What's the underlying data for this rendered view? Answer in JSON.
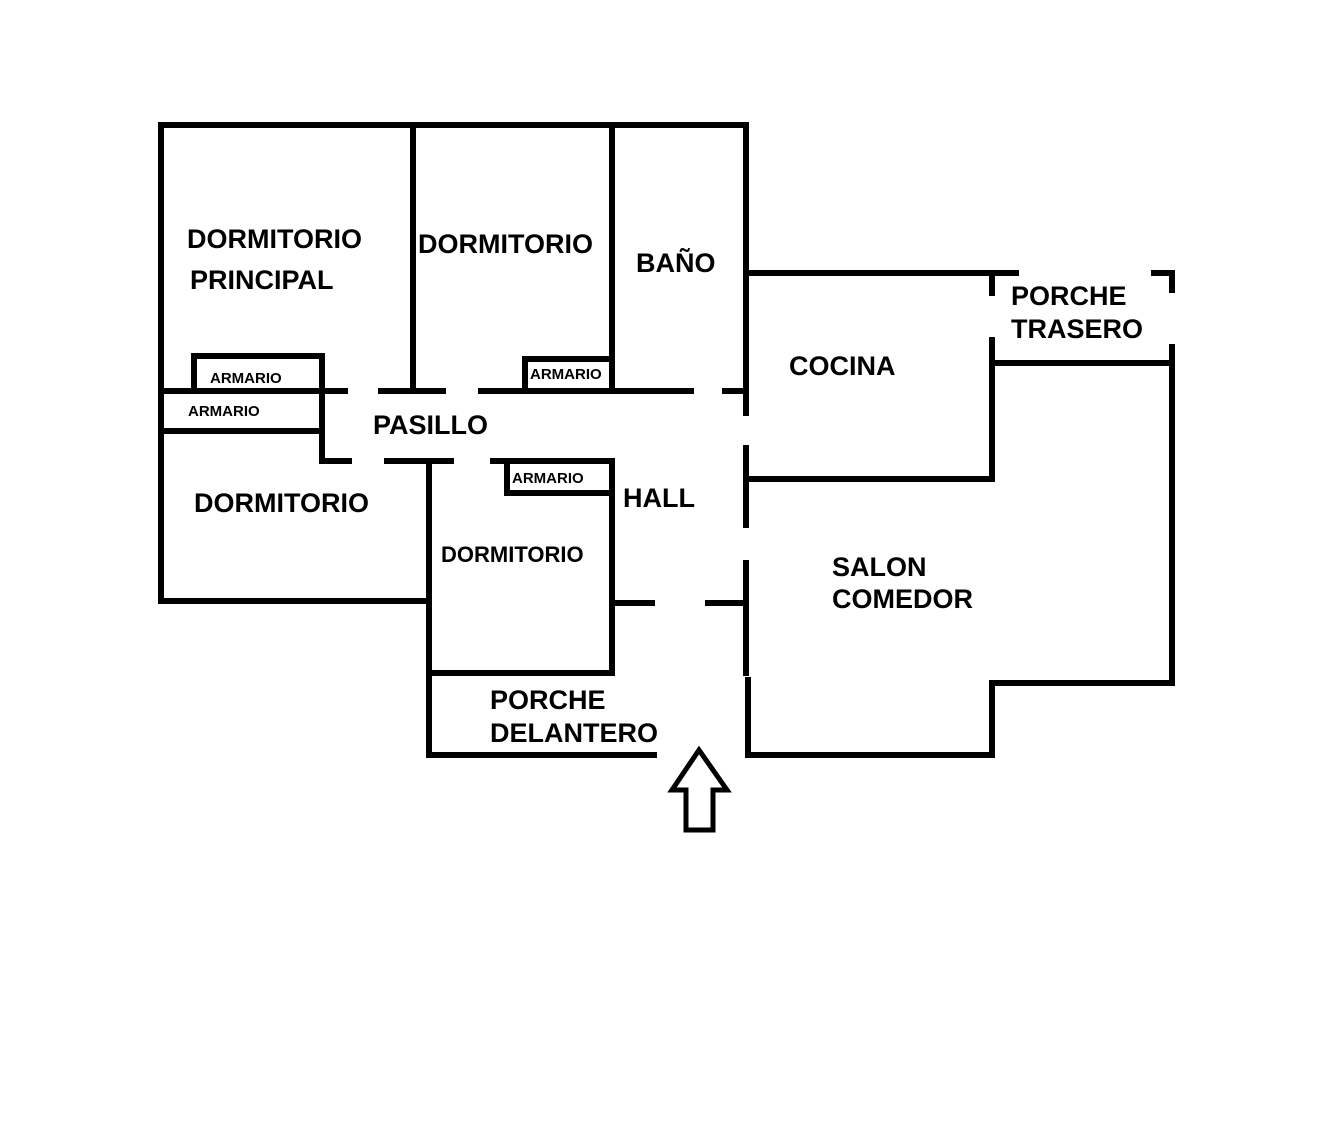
{
  "plan": {
    "title": "Floor plan",
    "rooms": {
      "master_bedroom": [
        "DORMITORIO",
        "PRINCIPAL"
      ],
      "bedroom_top": "DORMITORIO",
      "bathroom": "BAÑO",
      "kitchen": "COCINA",
      "back_porch": [
        "PORCHE",
        "TRASERO"
      ],
      "hallway": "PASILLO",
      "bedroom_left": "DORMITORIO",
      "bedroom_center": "DORMITORIO",
      "hall": "HALL",
      "living_dining": [
        "SALON",
        "COMEDOR"
      ],
      "front_porch": [
        "PORCHE",
        "DELANTERO"
      ]
    },
    "closets": {
      "master_closet": "ARMARIO",
      "left_closet": "ARMARIO",
      "top_closet": "ARMARIO",
      "center_closet": "ARMARIO"
    },
    "entrance": {
      "icon": "entrance-arrow-icon",
      "direction": "up"
    },
    "colors": {
      "wall": "#000000",
      "background": "#ffffff"
    }
  }
}
